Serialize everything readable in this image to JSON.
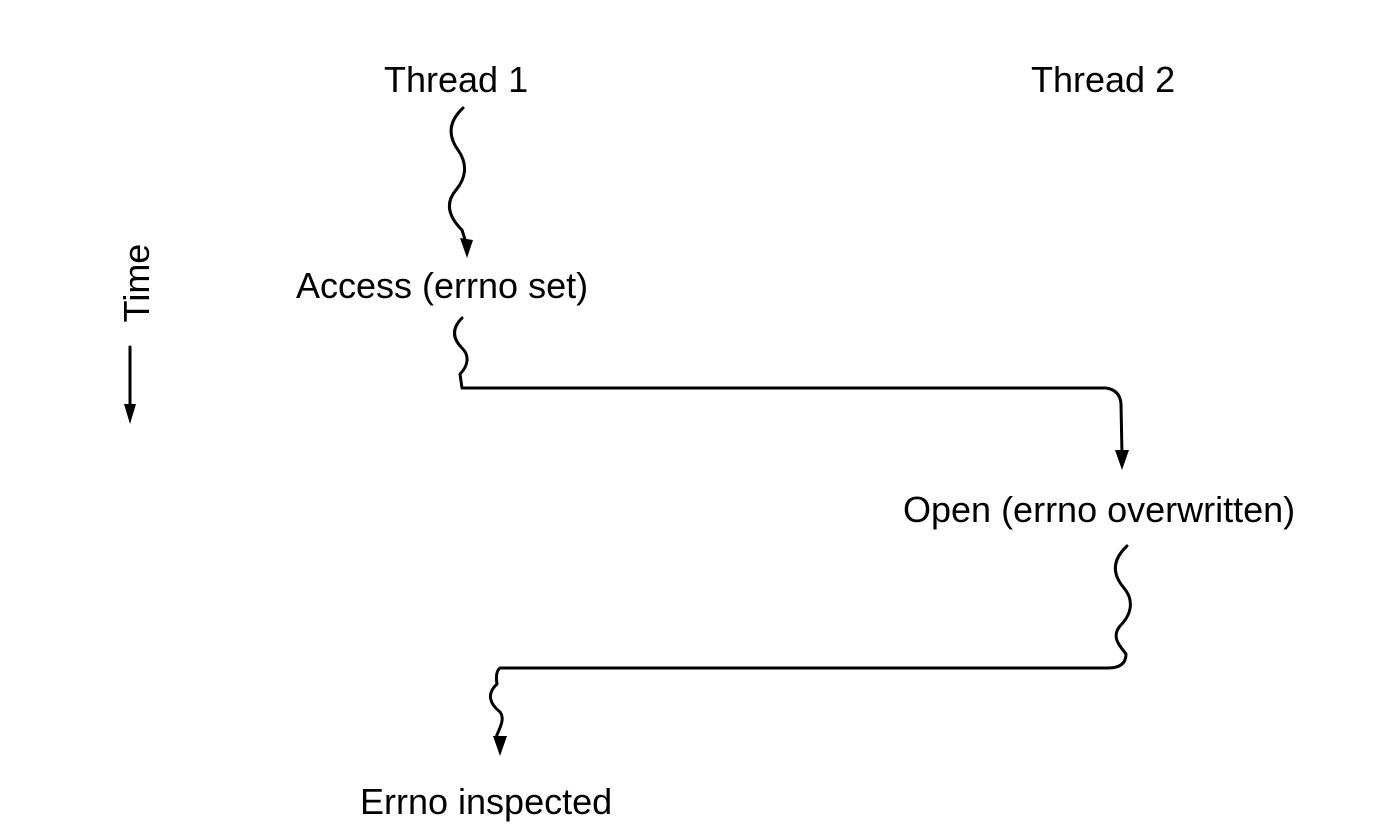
{
  "diagram": {
    "columns": {
      "thread1": "Thread 1",
      "thread2": "Thread 2"
    },
    "time_label": "Time",
    "events": {
      "access": "Access (errno set)",
      "open": "Open (errno overwritten)",
      "inspect": "Errno inspected"
    },
    "colors": {
      "ink": "#000000",
      "background": "#ffffff"
    }
  }
}
